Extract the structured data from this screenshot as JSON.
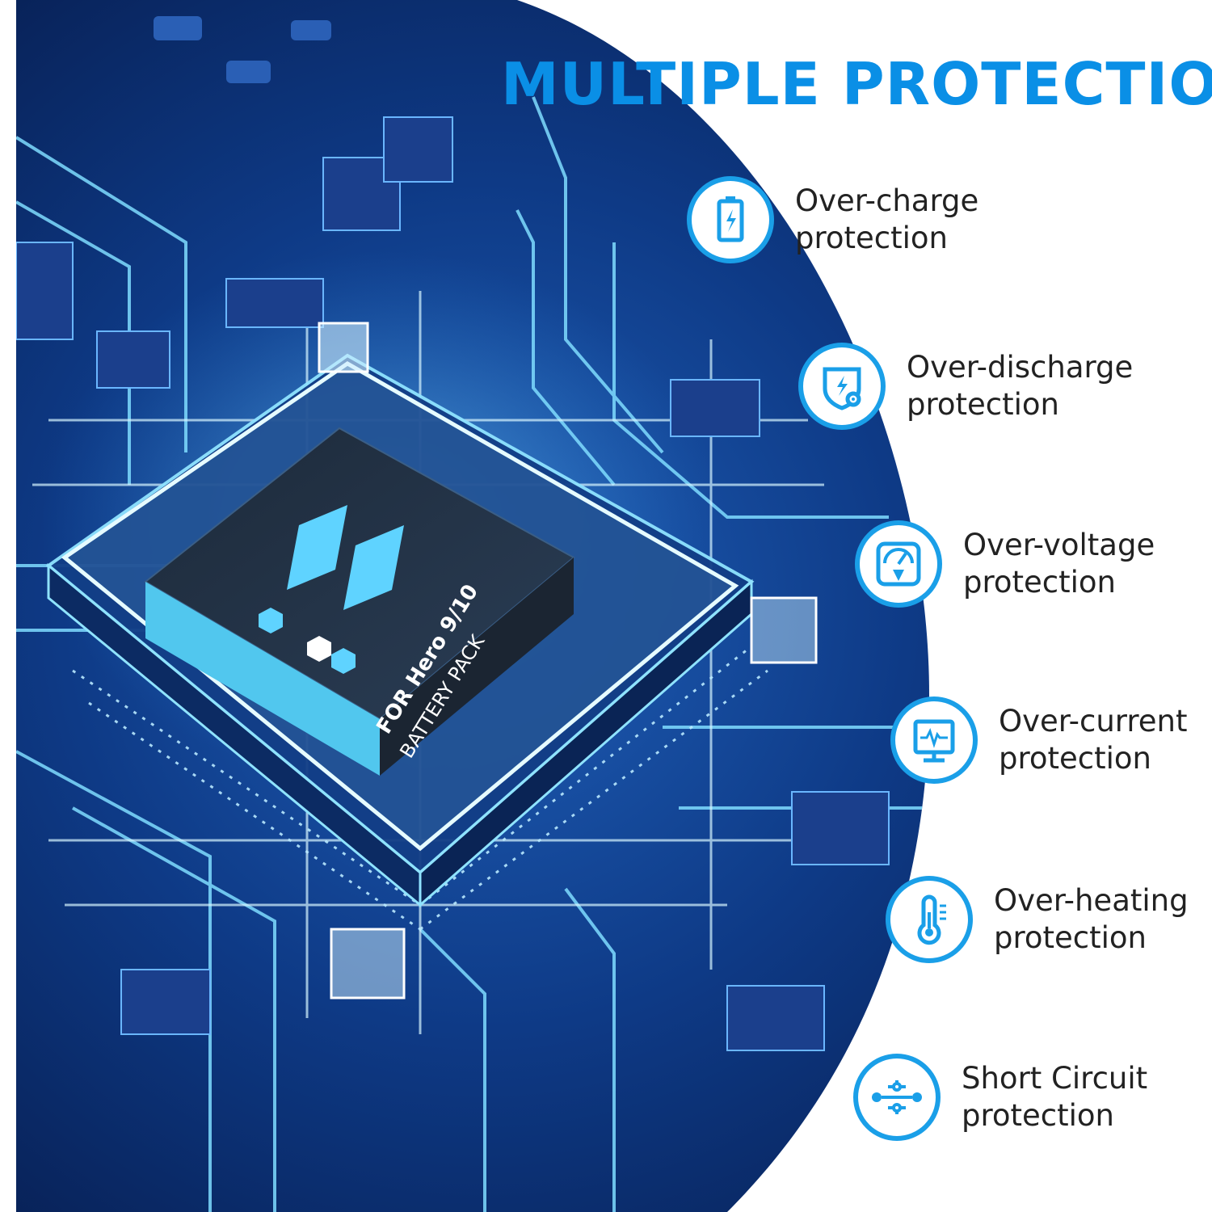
{
  "title": "MULTIPLE PROTECTION",
  "colors": {
    "accent": "#1a9fe8",
    "title": "#0a8fe6",
    "board": "#0b2f73",
    "glow": "#5fd3ff"
  },
  "battery": {
    "logo_text": "11",
    "line1": "FOR Hero 9/10",
    "line2": "BATTERY PACK"
  },
  "features": [
    {
      "icon": "battery-bolt-icon",
      "line1": "Over-charge",
      "line2": "protection"
    },
    {
      "icon": "shield-bolt-icon",
      "line1": "Over-discharge",
      "line2": "protection"
    },
    {
      "icon": "voltmeter-icon",
      "line1": "Over-voltage",
      "line2": "protection"
    },
    {
      "icon": "monitor-pulse-icon",
      "line1": "Over-current",
      "line2": "protection"
    },
    {
      "icon": "thermometer-icon",
      "line1": "Over-heating",
      "line2": "protection"
    },
    {
      "icon": "circuit-icon",
      "line1": "Short Circuit",
      "line2": "protection"
    }
  ]
}
